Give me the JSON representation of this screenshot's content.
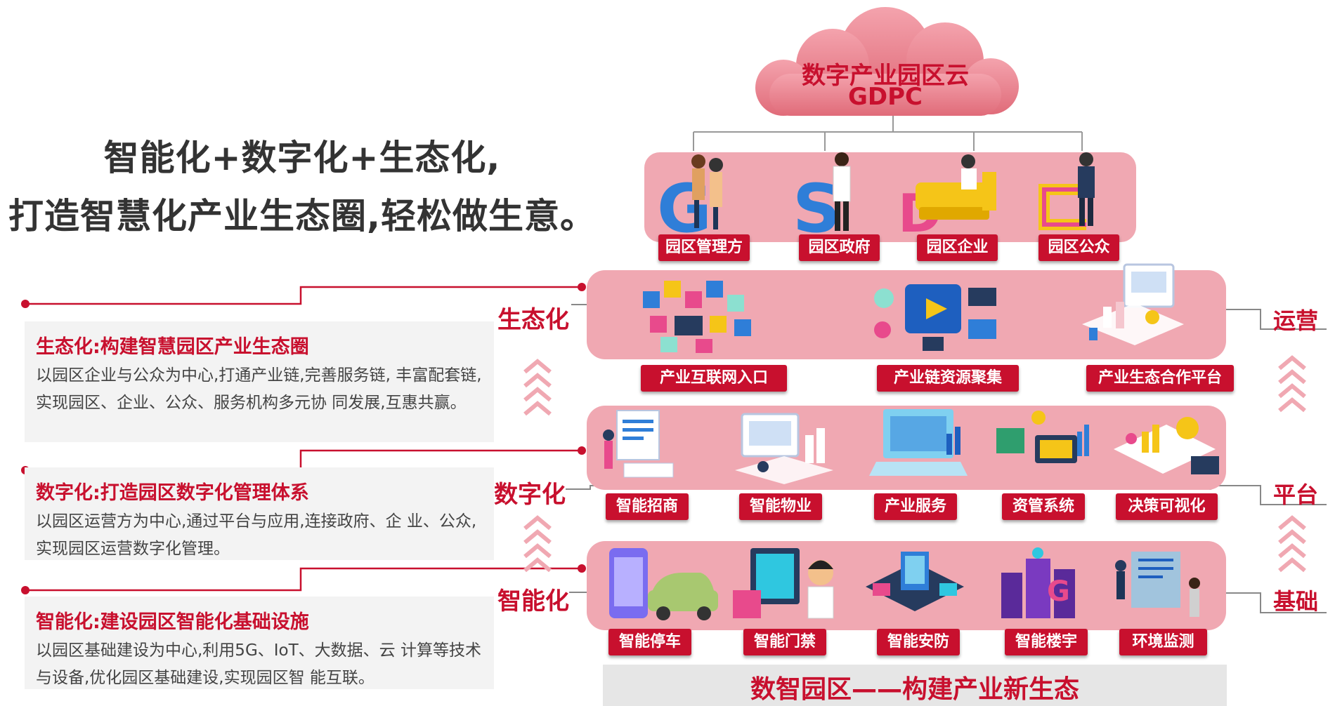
{
  "headline": {
    "line1": "智能化+数字化+生态化,",
    "line2": "打造智慧化产业生态圈,轻松做生意。"
  },
  "cloud": {
    "title": "数字产业园区云",
    "subtitle": "GDPC"
  },
  "roles": [
    {
      "label": "园区管理方",
      "icon": "G-logo-icon"
    },
    {
      "label": "园区政府",
      "icon": "S-logo-icon"
    },
    {
      "label": "园区企业",
      "icon": "D-logo-icon"
    },
    {
      "label": "园区公众",
      "icon": "C-logo-icon"
    }
  ],
  "layers": {
    "ecology": {
      "name": "生态化",
      "side": "运营",
      "items": [
        "产业互联网入口",
        "产业链资源聚集",
        "产业生态合作平台"
      ]
    },
    "digital": {
      "name": "数字化",
      "side": "平台",
      "items": [
        "智能招商",
        "智能物业",
        "产业服务",
        "资管系统",
        "决策可视化"
      ]
    },
    "intelligent": {
      "name": "智能化",
      "side": "基础",
      "items": [
        "智能停车",
        "智能门禁",
        "智能安防",
        "智能楼宇",
        "环境监测"
      ]
    }
  },
  "cards": [
    {
      "title": "生态化:构建智慧园区产业生态圈",
      "body": "以园区企业与公众为中心,打通产业链,完善服务链, 丰富配套链,实现园区、企业、公众、服务机构多元协 同发展,互惠共赢。"
    },
    {
      "title": "数字化:打造园区数字化管理体系",
      "body": "以园区运营方为中心,通过平台与应用,连接政府、企 业、公众,实现园区运营数字化管理。"
    },
    {
      "title": "智能化:建设园区智能化基础设施",
      "body": "以园区基础建设为中心,利用5G、IoT、大数据、云 计算等技术与设备,优化园区基础建设,实现园区智 能互联。"
    }
  ],
  "footer": "数智园区——构建产业新生态",
  "colors": {
    "accent": "#c8102e",
    "band": "#f0a8b2",
    "cloud": "#e4707d",
    "card_bg": "#f3f3f3",
    "footer_bg": "#e6e6e6"
  }
}
